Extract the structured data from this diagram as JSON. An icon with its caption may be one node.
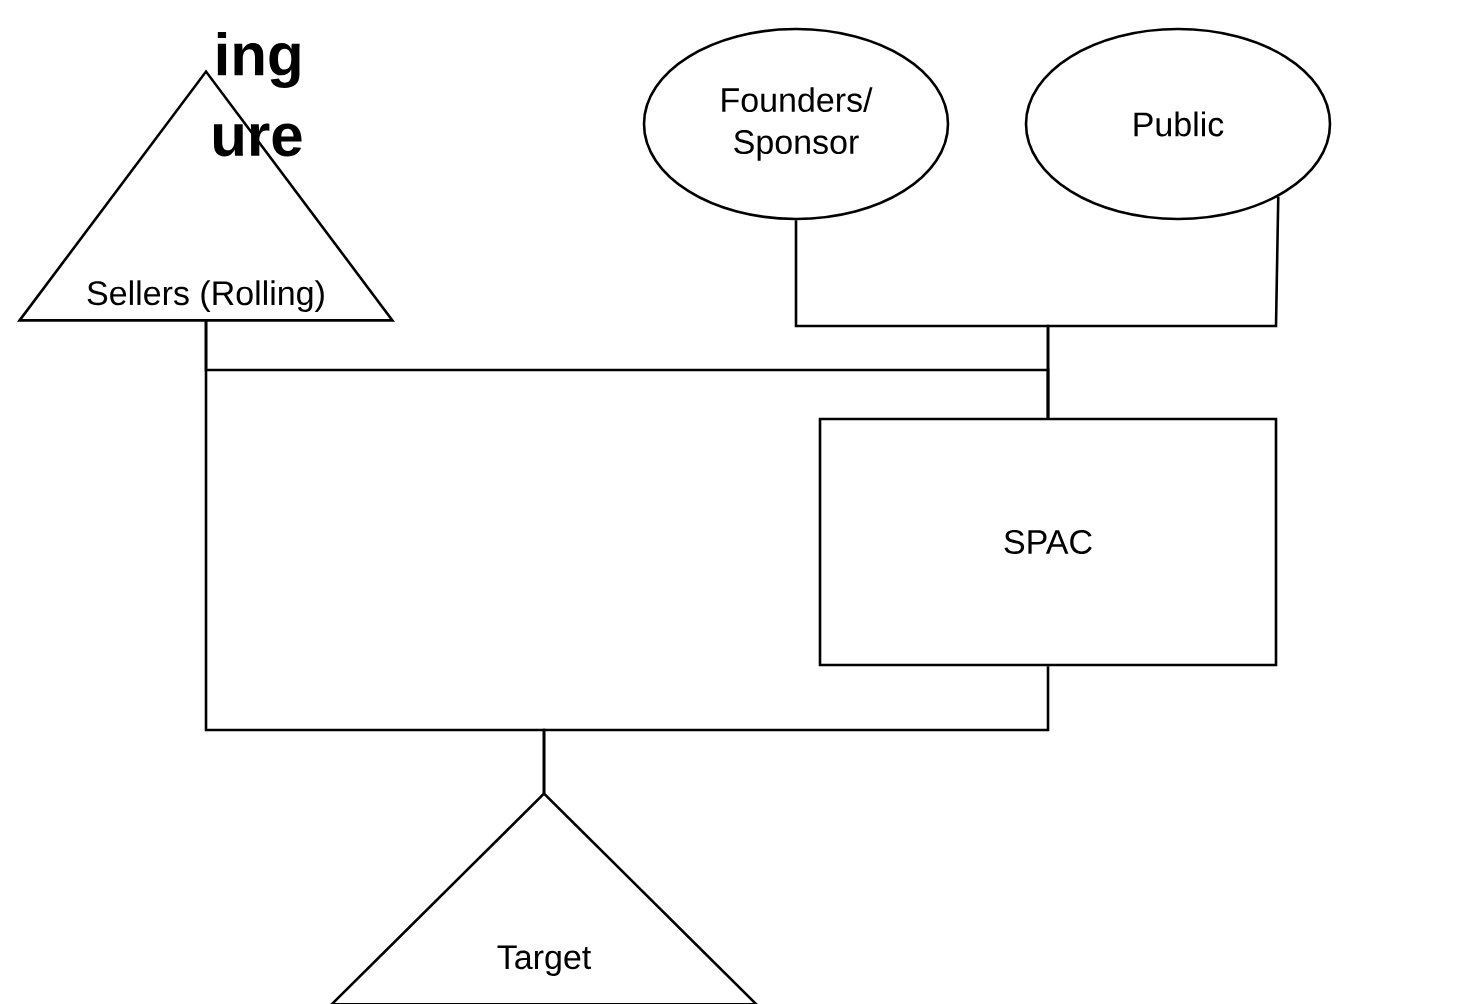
{
  "diagram": {
    "nodes": [
      {
        "text": [
          "Founders/ Sponsor"
        ]
      },
      {
        "text": [
          "Public"
        ]
      },
      {
        "text": [
          "Sellers (Rolling)"
        ]
      },
      {
        "text": [
          "SPAC"
        ]
      },
      {
        "text": [
          "Target"
        ]
      }
    ],
    "edges": [
      {
        "from": 0,
        "to": 3,
        "arrow": "none"
      },
      {
        "from": 1,
        "to": 3,
        "arrow": "none"
      },
      {
        "from": 2,
        "to": 3,
        "arrow": "none"
      },
      {
        "from": 2,
        "to": 4,
        "arrow": "none"
      },
      {
        "from": 3,
        "to": 4,
        "arrow": "none"
      }
    ],
    "labels": [
      "ing",
      "ure"
    ]
  }
}
